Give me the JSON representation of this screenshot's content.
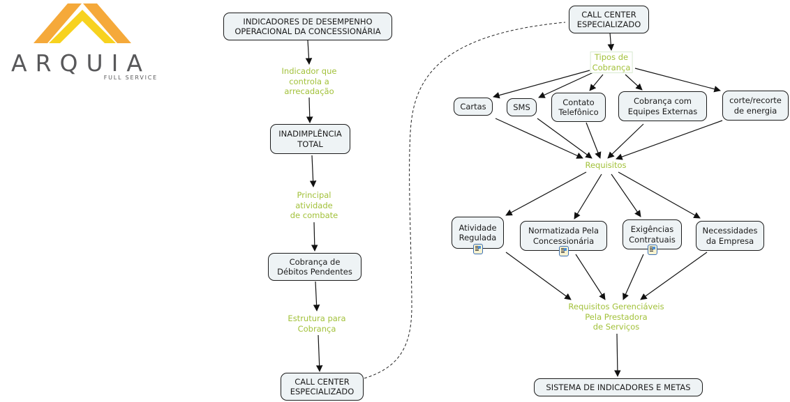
{
  "logo": {
    "name": "ARQUIA",
    "tagline": "FULL SERVICE",
    "colors": {
      "roof_outer": "#f5a93a",
      "roof_inner": "#f7d21f",
      "text": "#58585a"
    }
  },
  "colors": {
    "node_fill": "#eef3f5",
    "node_border": "#1a1a1a",
    "phrase_text": "#a2c13a",
    "edge": "#111111"
  },
  "nodes": {
    "indicadores": "INDICADORES DE DESEMPENHO\nOPERACIONAL DA CONCESSIONÁRIA",
    "inadimplencia": "INADIMPLÊNCIA\nTOTAL",
    "cobranca_debitos": "Cobrança de\nDébitos Pendentes",
    "call_center_left": "CALL CENTER\nESPECIALIZADO",
    "call_center_right": "CALL CENTER\nESPECIALIZADO",
    "cartas": "Cartas",
    "sms": "SMS",
    "contato": "Contato\nTelefônico",
    "equipes": "Cobrança com\nEquipes Externas",
    "corte": "corte/recorte\nde energia",
    "atividade": "Atividade\nRegulada",
    "normatizada": "Normatizada Pela\nConcessionária",
    "exigencias": "Exigências\nContratuais",
    "necessidades": "Necessidades\nda Empresa",
    "sistema": "SISTEMA DE INDICADORES E METAS"
  },
  "phrases": {
    "indicador": "Indicador que\ncontrola a\narrecadação",
    "principal": "Principal\natividade\nde combate",
    "estrutura": "Estrutura para\nCobrança",
    "tipos": "Tipos de\nCobrança",
    "requisitos": "Requisitos",
    "gerenciaveis": "Requisitos Gerenciáveis\nPela Prestadora\nde Serviços"
  },
  "resources": {
    "atividade": "document-image-icon",
    "normatizada": "document-image-icon",
    "exigencias": "document-image-icon"
  }
}
